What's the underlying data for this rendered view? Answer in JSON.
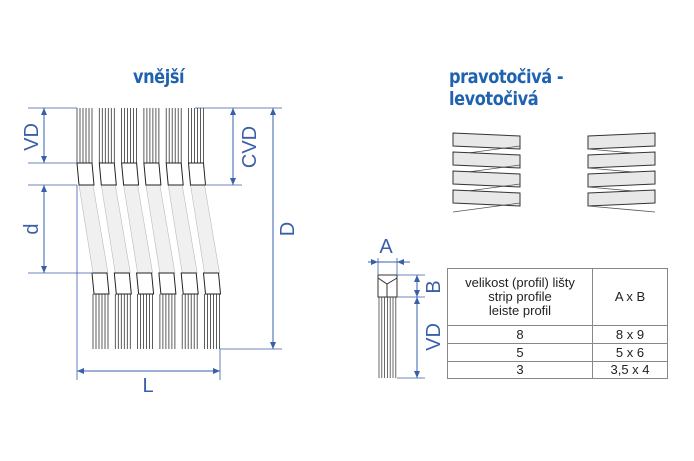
{
  "titles": {
    "outer": "vnější",
    "direction": "pravotočivá - levotočivá"
  },
  "dimension_labels": {
    "vd": "VD",
    "d": "d",
    "cvd": "CVD",
    "big_d": "D",
    "l": "L",
    "a": "A",
    "b": "B",
    "vd_profile": "VD"
  },
  "table": {
    "header": {
      "col1_lines": [
        "velikost (profil) lišty",
        "strip profile",
        "leiste profil"
      ],
      "col2": "A x B"
    },
    "rows": [
      {
        "size": "8",
        "ab": "8 x 9"
      },
      {
        "size": "5",
        "ab": "5 x 6"
      },
      {
        "size": "3",
        "ab": "3,5 x 4"
      }
    ]
  },
  "colors": {
    "accent": "#1f62b0",
    "dim": "#3a5faa"
  }
}
